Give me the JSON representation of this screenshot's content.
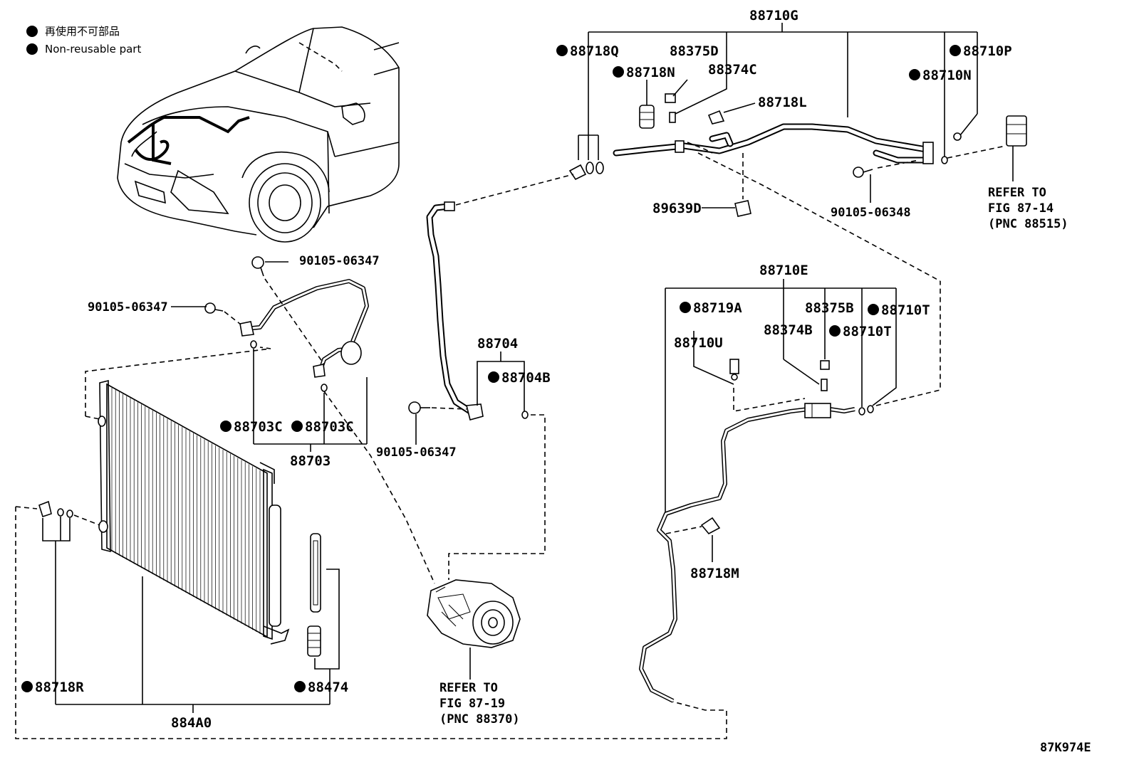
{
  "legend": {
    "items": [
      {
        "text": "再使用不可部品"
      },
      {
        "text": "Non-reusable part"
      }
    ]
  },
  "parts": {
    "p88710G": "88710G",
    "p88718Q": "88718Q",
    "p88375D": "88375D",
    "p88374C": "88374C",
    "p88718N": "88718N",
    "p88718L": "88718L",
    "p88710P": "88710P",
    "p88710N": "88710N",
    "p89639D": "89639D",
    "p90105_06348": "90105-06348",
    "p90105_06347a": "90105-06347",
    "p90105_06347b": "90105-06347",
    "p90105_06347c": "90105-06347",
    "p88704": "88704",
    "p88704B": "88704B",
    "p88703C_a": "88703C",
    "p88703C_b": "88703C",
    "p88703": "88703",
    "p88710E": "88710E",
    "p88719A": "88719A",
    "p88375B": "88375B",
    "p88710T_a": "88710T",
    "p88374B": "88374B",
    "p88710T_b": "88710T",
    "p88710U": "88710U",
    "p88718M": "88718M",
    "p88718R": "88718R",
    "p88474": "88474",
    "p884A0": "884A0"
  },
  "refs": {
    "fig87_14": {
      "l1": "REFER TO",
      "l2": "FIG 87-14",
      "l3": "(PNC 88515)"
    },
    "fig87_19": {
      "l1": "REFER TO",
      "l2": "FIG 87-19",
      "l3": "(PNC 88370)"
    }
  },
  "diagram_id": "87K974E"
}
